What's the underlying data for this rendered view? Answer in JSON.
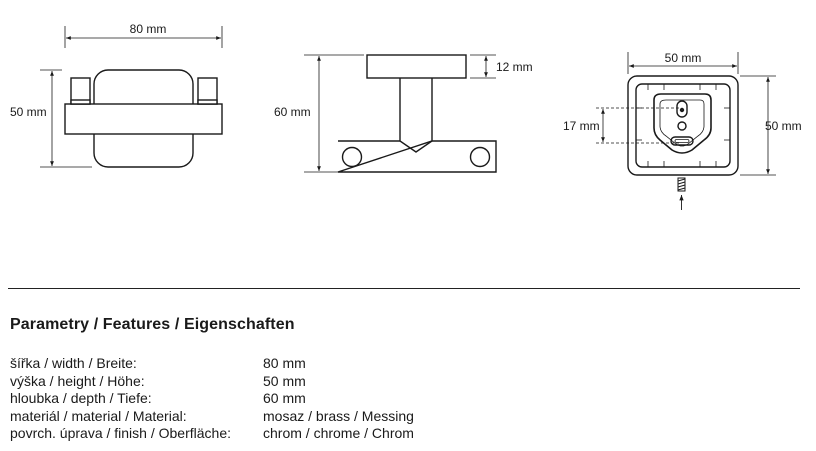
{
  "dimensions": {
    "front_width": "80 mm",
    "front_height": "50 mm",
    "side_depth": "60 mm",
    "side_top": "12 mm",
    "back_width": "50 mm",
    "back_height": "50 mm",
    "back_inner": "17 mm"
  },
  "features": {
    "title": "Parametry / Features / Eigenschaften",
    "rows": [
      {
        "label": "šířka / width / Breite:",
        "value": "80 mm"
      },
      {
        "label": "výška / height / Höhe:",
        "value": "50 mm"
      },
      {
        "label": "hloubka / depth / Tiefe:",
        "value": "60 mm"
      },
      {
        "label": "materiál / material / Material:",
        "value": "mosaz / brass / Messing"
      },
      {
        "label": "povrch. úprava / finish / Oberfläche:",
        "value": "chrom / chrome / Chrom"
      }
    ]
  },
  "colors": {
    "line": "#1a1a1a",
    "background": "#ffffff"
  }
}
